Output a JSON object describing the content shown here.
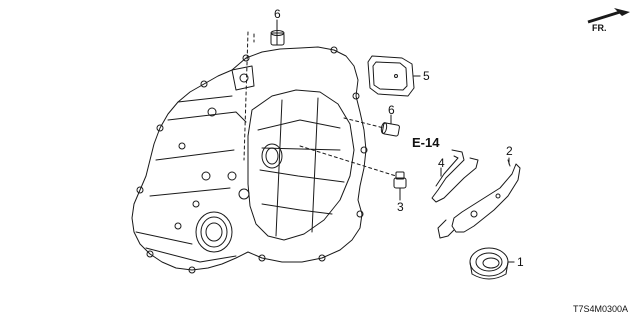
{
  "orientation": {
    "text": "FR."
  },
  "callouts": [
    {
      "id": "c1",
      "text": "1"
    },
    {
      "id": "c2",
      "text": "2"
    },
    {
      "id": "c3",
      "text": "3"
    },
    {
      "id": "c4",
      "text": "4"
    },
    {
      "id": "c5",
      "text": "5"
    },
    {
      "id": "c6a",
      "text": "6"
    },
    {
      "id": "c6b",
      "text": "6"
    }
  ],
  "reference": {
    "text": "E-14"
  },
  "diagram_code": {
    "text": "T7S4M0300A"
  },
  "line_color": "#1a1a1a"
}
